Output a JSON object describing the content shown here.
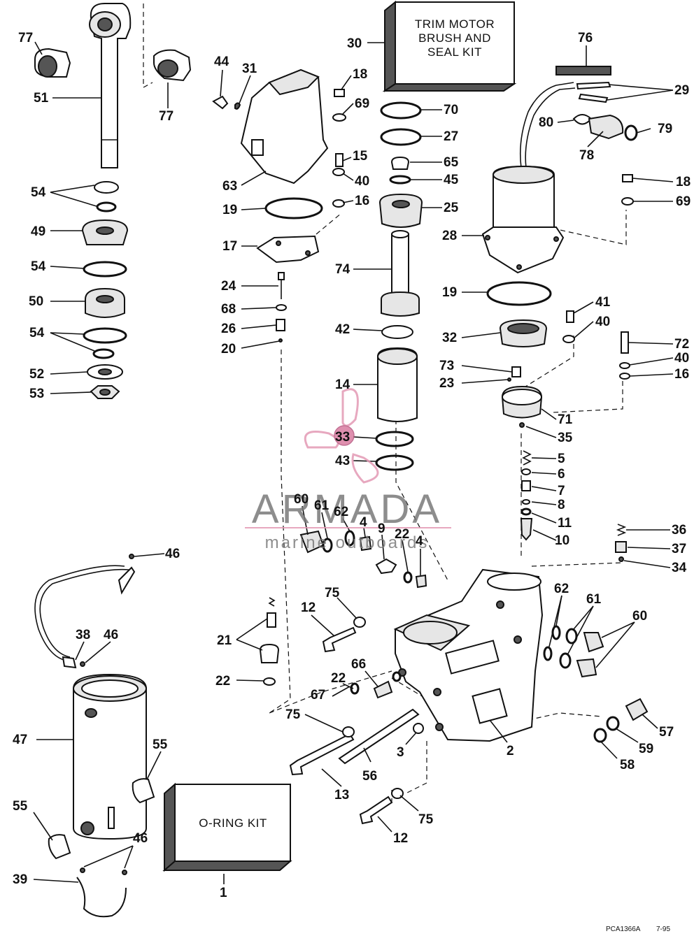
{
  "diagram": {
    "boxes": {
      "trim_kit": [
        "TRIM MOTOR",
        "BRUSH AND",
        "SEAL KIT"
      ],
      "oring_kit": "O-RING KIT"
    },
    "watermark": {
      "brand": "ARMADA",
      "tagline": "marine outboards"
    },
    "footer": {
      "code": "PCA1366A",
      "date": "7-95"
    },
    "labels": {
      "l77a": "77",
      "l51": "51",
      "l77b": "77",
      "l54a": "54",
      "l49": "49",
      "l54b": "54",
      "l50": "50",
      "l54c": "54",
      "l52": "52",
      "l53": "53",
      "l44": "44",
      "l31": "31",
      "l63": "63",
      "l19a": "19",
      "l17": "17",
      "l24": "24",
      "l68": "68",
      "l26": "26",
      "l20": "20",
      "l18a": "18",
      "l69a": "69",
      "l15": "15",
      "l40a": "40",
      "l16a": "16",
      "l30": "30",
      "l70": "70",
      "l27": "27",
      "l65": "65",
      "l45": "45",
      "l25": "25",
      "l74": "74",
      "l42": "42",
      "l14": "14",
      "l33": "33",
      "l43": "43",
      "l76": "76",
      "l29": "29",
      "l80": "80",
      "l79": "79",
      "l78": "78",
      "l18b": "18",
      "l69b": "69",
      "l28": "28",
      "l19b": "19",
      "l41": "41",
      "l40b": "40",
      "l32": "32",
      "l72": "72",
      "l40c": "40",
      "l73": "73",
      "l23": "23",
      "l16b": "16",
      "l71": "71",
      "l35": "35",
      "l5": "5",
      "l6": "6",
      "l7": "7",
      "l8": "8",
      "l11": "11",
      "l10": "10",
      "l36": "36",
      "l37": "37",
      "l34": "34",
      "l60a": "60",
      "l61a": "61",
      "l62a": "62",
      "l4a": "4",
      "l9": "9",
      "l22a": "22",
      "l4b": "4",
      "l62b": "62",
      "l61b": "61",
      "l60b": "60",
      "l46a": "46",
      "l38": "38",
      "l46b": "46",
      "l47": "47",
      "l55a": "55",
      "l55b": "55",
      "l39": "39",
      "l46c": "46",
      "l12a": "12",
      "l75a": "75",
      "l21": "21",
      "l22b": "22",
      "l66": "66",
      "l22c": "22",
      "l67": "67",
      "l75b": "75",
      "l13": "13",
      "l56": "56",
      "l3": "3",
      "l2": "2",
      "l12b": "12",
      "l75c": "75",
      "l1": "1",
      "l57": "57",
      "l59": "59",
      "l58": "58"
    }
  }
}
